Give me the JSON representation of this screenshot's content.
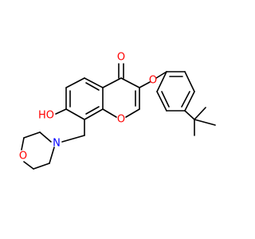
{
  "molecule": {
    "labels": {
      "carbonyl_oxygen": "O",
      "ring_oxygen": "O",
      "ether_oxygen": "O",
      "hydroxyl": "HO",
      "morpholine_nitrogen": "N",
      "morpholine_oxygen": "O"
    },
    "colors": {
      "oxygen": "#ff0000",
      "nitrogen": "#0000ff",
      "bond": "#000000",
      "background": "#ffffff"
    }
  }
}
